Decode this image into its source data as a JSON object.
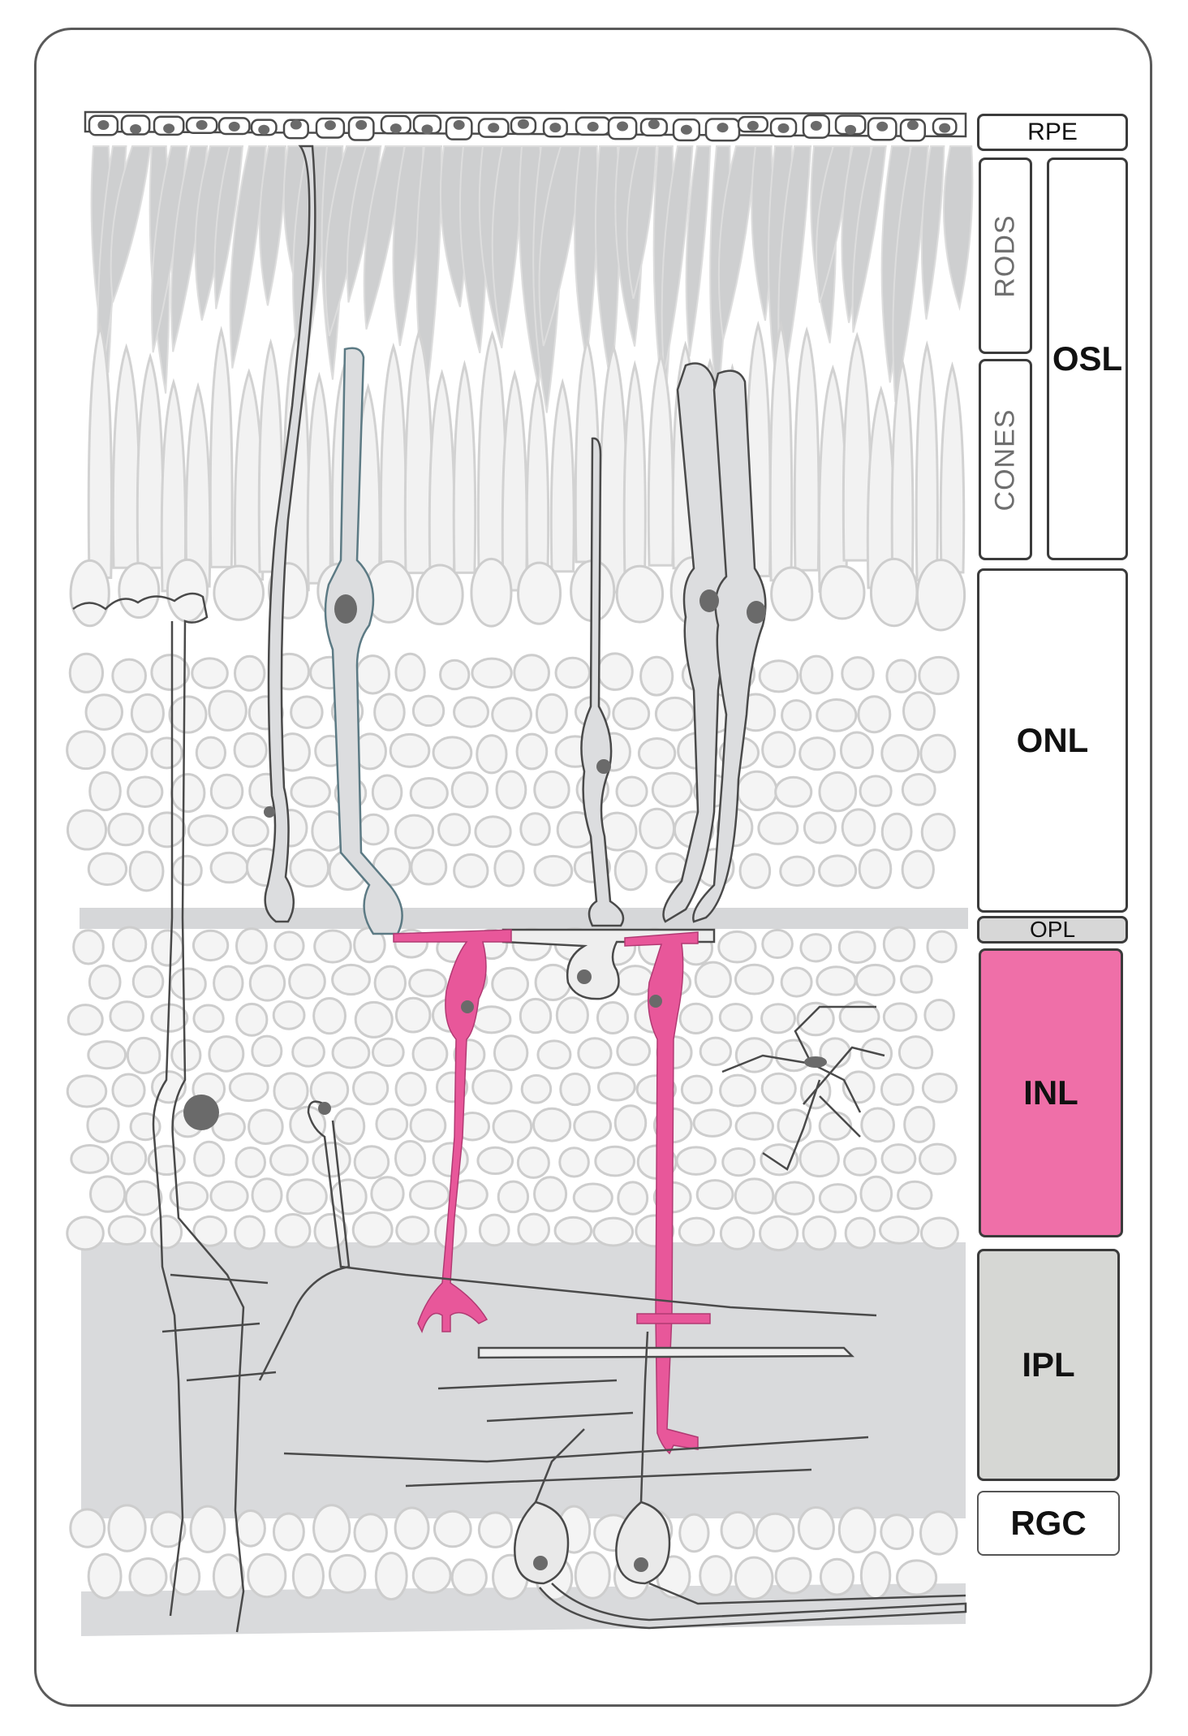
{
  "labels": {
    "rpe": "RPE",
    "rods": "RODS",
    "cones": "CONES",
    "osl": "OSL",
    "onl": "ONL",
    "opl": "OPL",
    "inl": "INL",
    "ipl": "IPL",
    "rgc": "RGC"
  },
  "colors": {
    "frame": "#5a5a5a",
    "layer_gray": "#d9dadc",
    "cell_fill": "#efefef",
    "cell_stroke": "#cfcfcf",
    "outline": "#4a4a4a",
    "bipolar_pink": "#e8579a",
    "inl_pink": "#ef6fa8",
    "ipl_gray": "#d6d7d4"
  }
}
